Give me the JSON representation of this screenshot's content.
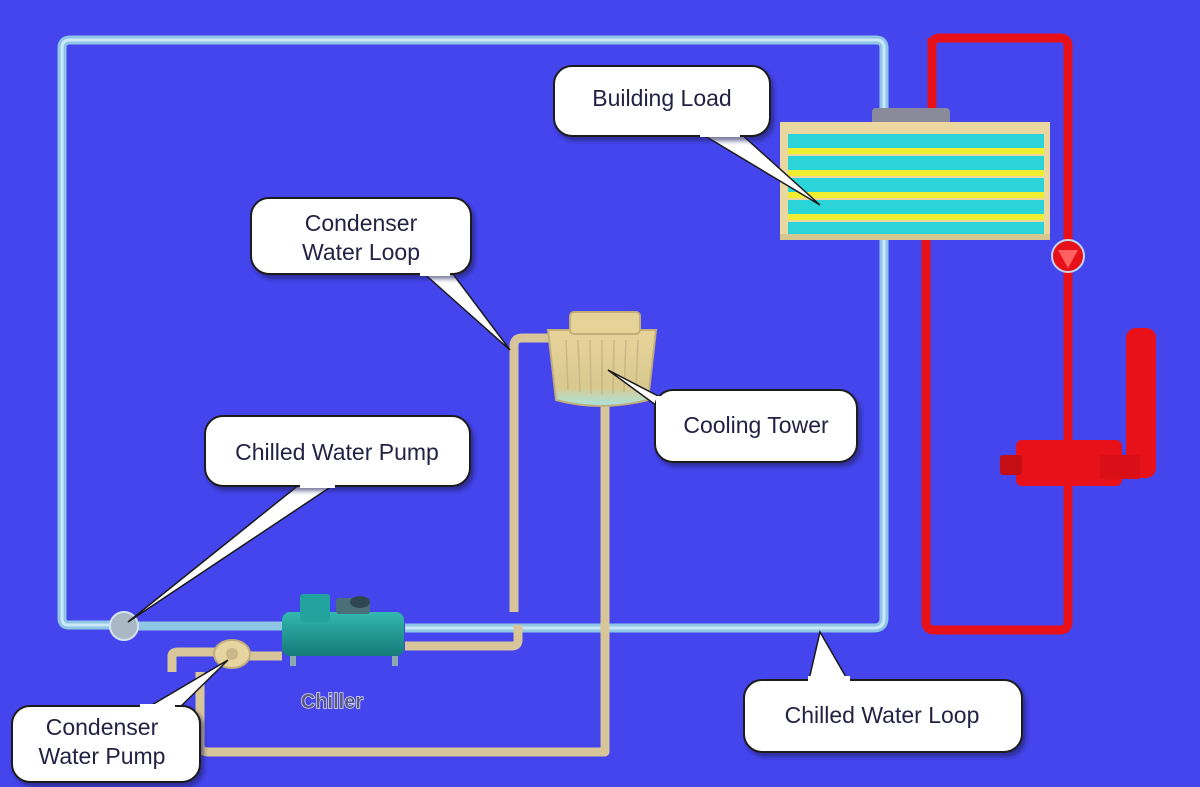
{
  "diagram": {
    "colors": {
      "background": "#4545ee",
      "chilled_pipe": "#9fd2ee",
      "condenser_pipe": "#d8c59a",
      "hot_pipe": "#e8111a",
      "callout_fill": "#ffffff",
      "callout_text": "#222244"
    },
    "labels": {
      "building_load": "Building Load",
      "condenser_loop_line1": "Condenser",
      "condenser_loop_line2": "Water Loop",
      "cooling_tower": "Cooling Tower",
      "chilled_pump": "Chilled Water Pump",
      "chiller": "Chiller",
      "condenser_pump_line1": "Condenser",
      "condenser_pump_line2": "Water Pump",
      "chilled_loop": "Chilled Water Loop"
    }
  }
}
